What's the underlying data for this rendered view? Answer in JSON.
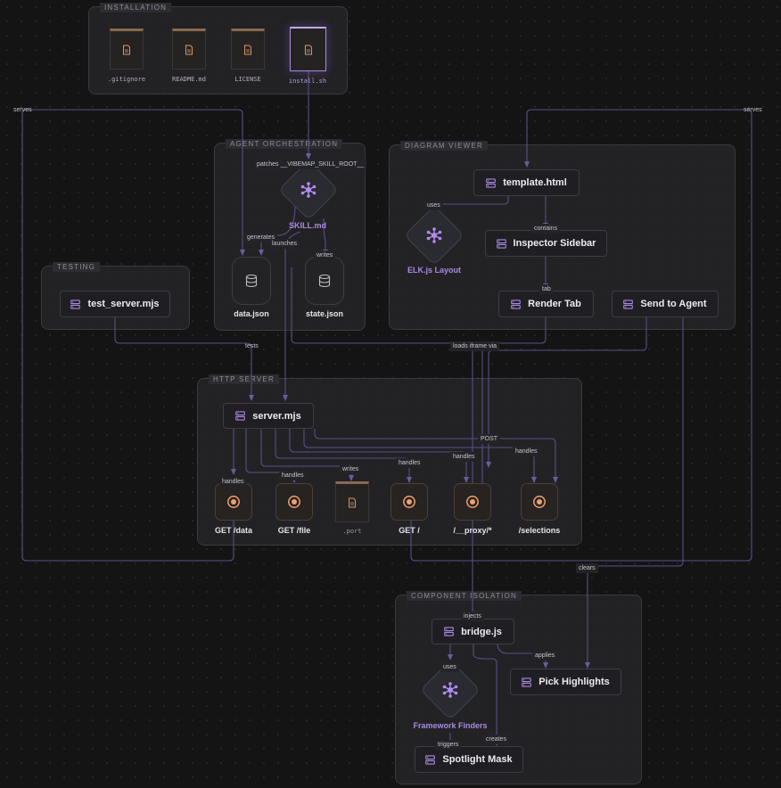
{
  "groups": {
    "installation": "INSTALLATION",
    "agent_orchestration": "AGENT ORCHESTRATION",
    "diagram_viewer": "DIAGRAM VIEWER",
    "testing": "TESTING",
    "http_server": "HTTP SERVER",
    "component_isolation": "COMPONENT ISOLATION"
  },
  "files": {
    "gitignore": ".gitignore",
    "readme": "README.md",
    "license": "LICENSE",
    "install": "install.sh",
    "port": ".port"
  },
  "nodes": {
    "skill": "SKILL.md",
    "data_json": "data.json",
    "state_json": "state.json",
    "template": "template.html",
    "elk": "ELK.js Layout",
    "inspector": "Inspector Sidebar",
    "render_tab": "Render Tab",
    "send_to_agent": "Send to Agent",
    "test_server": "test_server.mjs",
    "server": "server.mjs",
    "get_data": "GET /data",
    "get_file": "GET /file",
    "get_root": "GET /",
    "proxy": "/__proxy/*",
    "selections": "/selections",
    "bridge": "bridge.js",
    "pick_highlights": "Pick Highlights",
    "framework_finders": "Framework Finders",
    "spotlight": "Spotlight Mask"
  },
  "edge_labels": {
    "serves_left": "serves",
    "serves_right": "serves",
    "patches": "patches __VIBEMAP_SKILL_ROOT__",
    "generates": "generates",
    "launches": "launches",
    "writes_state": "writes",
    "uses_elk": "uses",
    "contains": "contains",
    "tab": "tab",
    "tests": "tests",
    "loads_iframe": "loads iframe via",
    "post": "POST",
    "handles_data": "handles",
    "handles_file": "handles",
    "writes_port": "writes",
    "handles_root": "handles",
    "handles_proxy": "handles",
    "handles_selections": "handles",
    "clears": "clears",
    "injects": "injects",
    "applies": "applies",
    "uses_finders": "uses",
    "creates": "creates",
    "triggers": "triggers"
  },
  "colors": {
    "edge": "#5b4e86",
    "accent": "#a98ae0",
    "file_icon": "#d9956a",
    "endpoint_icon": "#f0a070"
  },
  "icons": {
    "file": "file-icon",
    "server": "server-icon",
    "database": "database-icon",
    "hub": "hub-icon",
    "endpoint": "endpoint-icon"
  }
}
